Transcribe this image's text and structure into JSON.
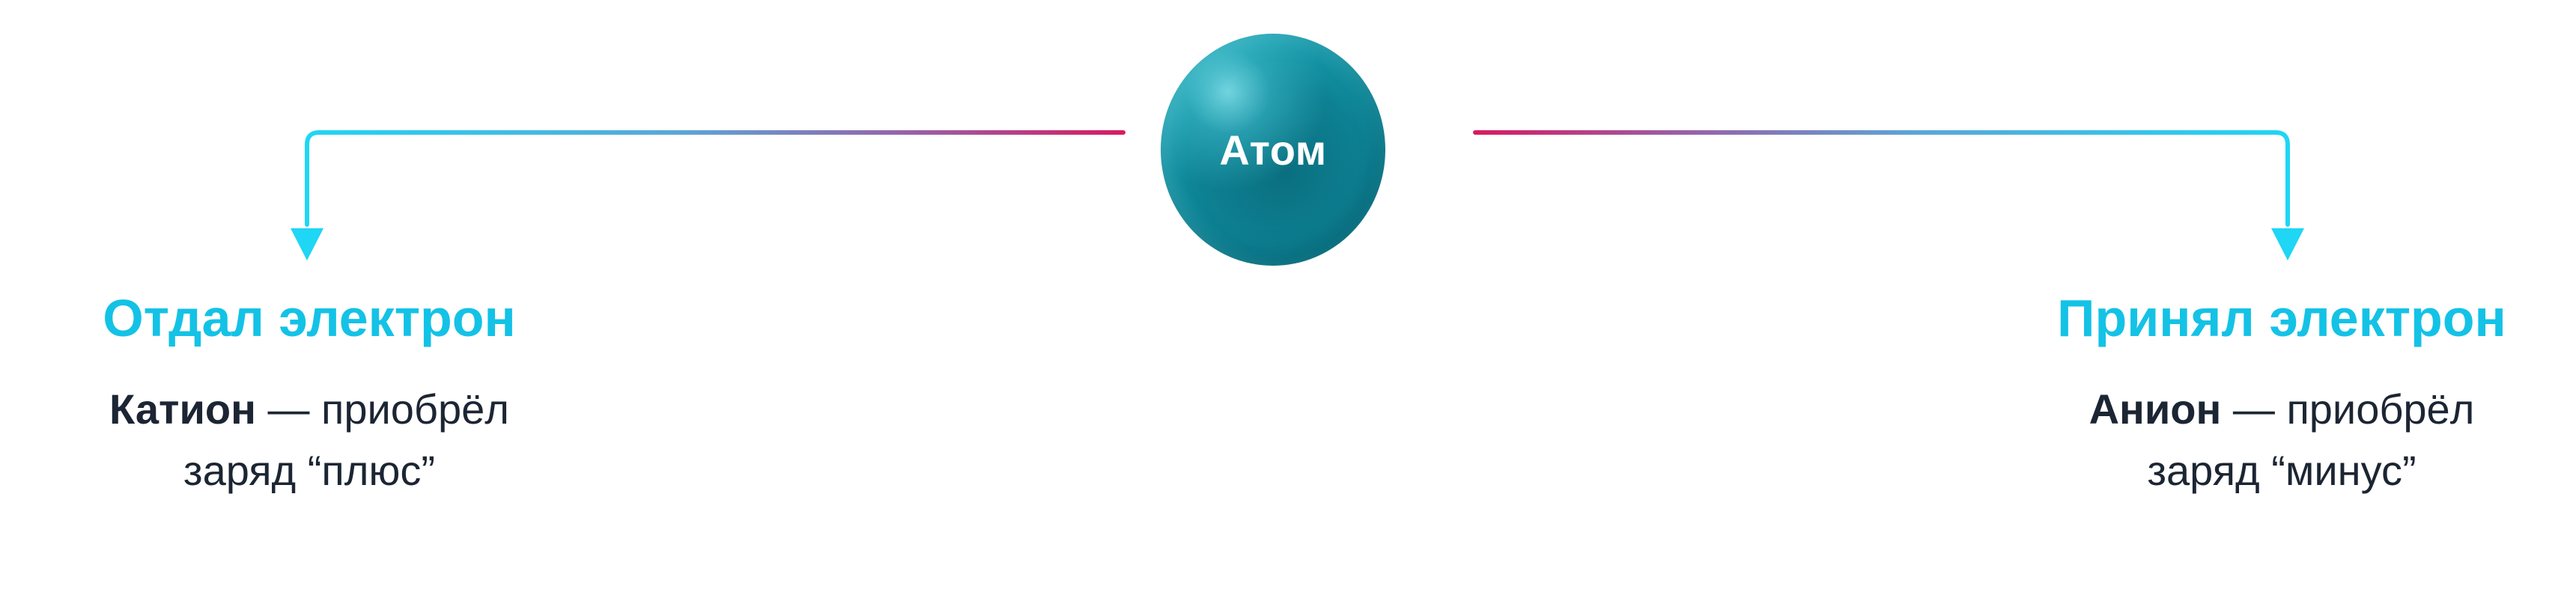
{
  "atom": {
    "label": "Атом"
  },
  "left_branch": {
    "title": "Отдал электрон",
    "term": "Катион",
    "desc_rest": " — приобрёл",
    "desc_line2": "заряд “плюс”"
  },
  "right_branch": {
    "title": "Принял электрон",
    "term": "Анион",
    "desc_rest": " — приобрёл",
    "desc_line2": "заряд “минус”"
  },
  "colors": {
    "accent": "#14c2e6",
    "line_gradient_start": "#1fd6f5",
    "line_gradient_end": "#d81b60",
    "atom": "#0d8193",
    "text": "#1c2533"
  }
}
